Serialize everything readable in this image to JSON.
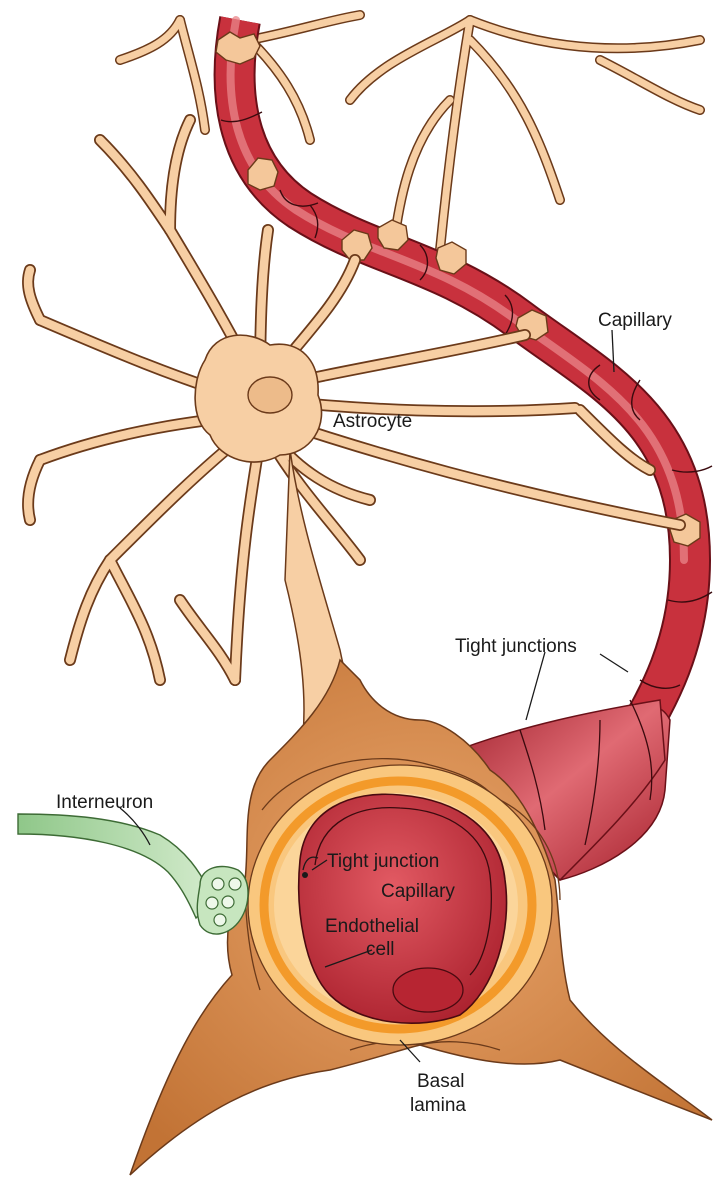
{
  "labels": {
    "capillary_top": "Capillary",
    "astrocyte": "Astrocyte",
    "tight_junctions": "Tight junctions",
    "interneuron": "Interneuron",
    "tight_junction": "Tight junction",
    "capillary_cross": "Capillary",
    "endothelial_line1": "Endothelial",
    "endothelial_line2": "cell",
    "basal_line1": "Basal",
    "basal_line2": "lamina"
  },
  "colors": {
    "astrocyte_fill": "#f7cfa4",
    "astrocyte_outline": "#6b3a1a",
    "endfoot_fill": "#d58a4f",
    "capillary_red": "#c8313d",
    "capillary_highlight": "#e9858a",
    "basal_lamina": "#f39a2a",
    "basal_band": "#f9c77e",
    "interneuron_green": "#a9d5a0"
  }
}
